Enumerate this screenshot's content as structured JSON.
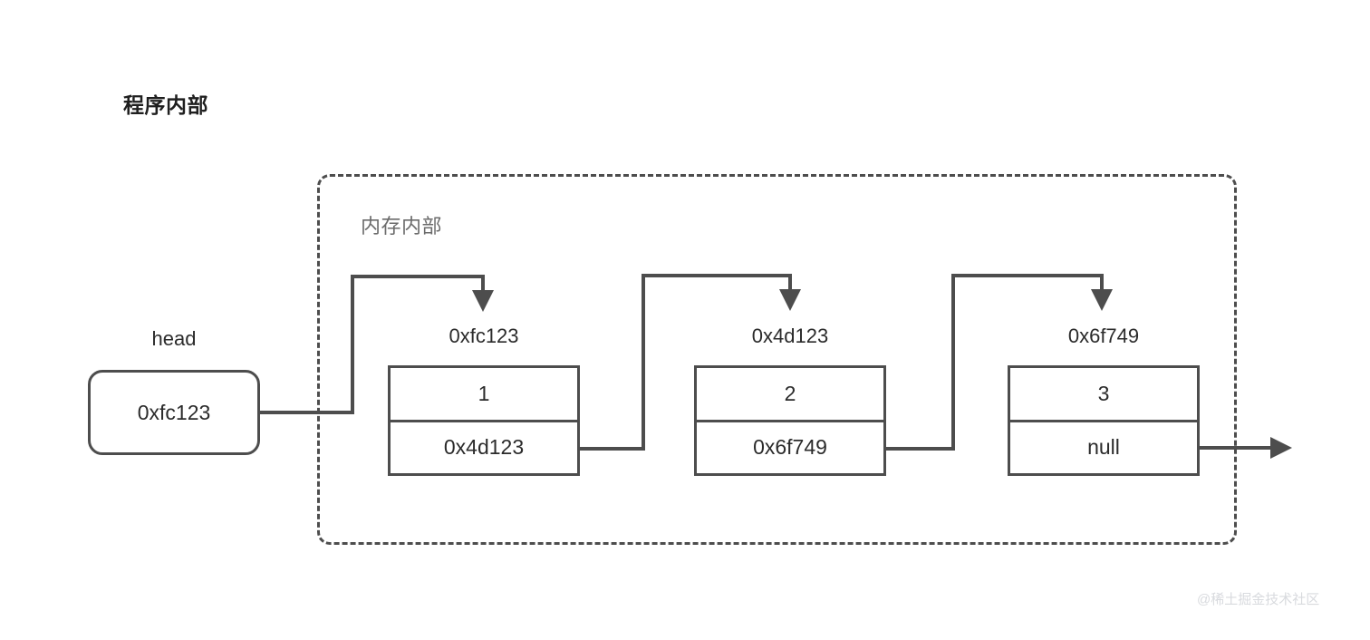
{
  "titles": {
    "program": "程序内部",
    "memory": "内存内部"
  },
  "head": {
    "label": "head",
    "value": "0xfc123"
  },
  "nodes": [
    {
      "address": "0xfc123",
      "value": "1",
      "next": "0x4d123"
    },
    {
      "address": "0x4d123",
      "value": "2",
      "next": "0x6f749"
    },
    {
      "address": "0x6f749",
      "value": "3",
      "next": "null"
    }
  ],
  "watermark": "@稀土掘金技术社区",
  "colors": {
    "stroke": "#4d4d4d",
    "text": "#2b2b2b",
    "muted_text": "#6b6b6b",
    "title_text": "#1f1f1f",
    "background": "#ffffff",
    "watermark": "#d8dade"
  },
  "diagram": {
    "type": "linked-list",
    "description": "Singly linked list: head pointer holds 0xfc123; node 0xfc123 value 1 next 0x4d123; node 0x4d123 value 2 next 0x6f749; node 0x6f749 value 3 next null"
  }
}
